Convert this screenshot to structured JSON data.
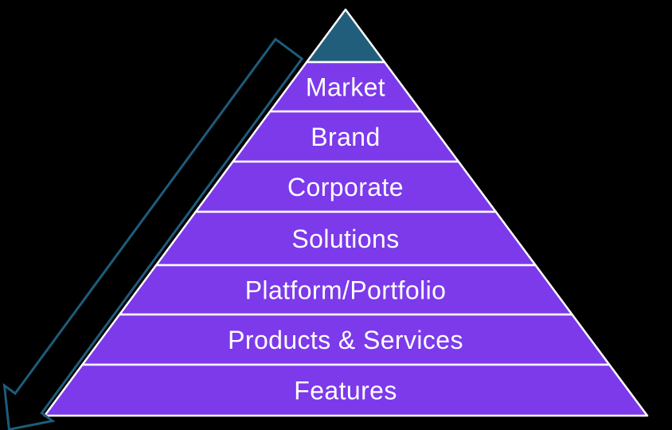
{
  "diagram": {
    "type": "pyramid",
    "apex": {
      "label": ""
    },
    "levels": [
      {
        "label": "Market"
      },
      {
        "label": "Brand"
      },
      {
        "label": "Corporate"
      },
      {
        "label": "Solutions"
      },
      {
        "label": "Platform/Portfolio"
      },
      {
        "label": "Products & Services"
      },
      {
        "label": "Features"
      }
    ],
    "arrow": {
      "direction": "top-to-bottom-left"
    }
  },
  "colors": {
    "background": "#000000",
    "apex_fill": "#215e7c",
    "level_fill": "#7c3aeb",
    "divider": "#ffffff",
    "label_text": "#ffffff",
    "arrow_stroke": "#1e5c7a"
  }
}
